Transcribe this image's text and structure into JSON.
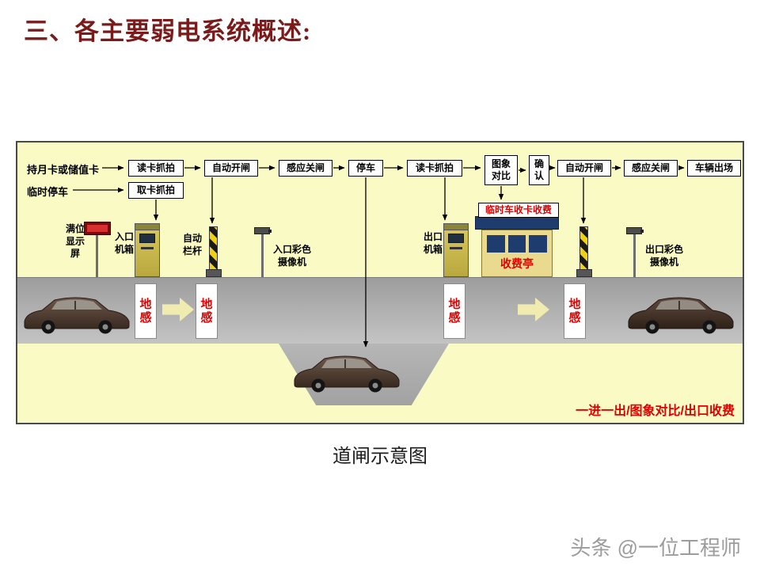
{
  "page": {
    "title": "三、各主要弱电系统概述:",
    "caption": "道闸示意图",
    "watermark": "头条 @一位工程师"
  },
  "diagram": {
    "flow": {
      "entry_input1": "持月卡或储值卡",
      "entry_input2": "临时停车",
      "read_card_entry": "读卡抓拍",
      "take_card_entry": "取卡抓拍",
      "auto_open_entry": "自动开闸",
      "sense_close_entry": "感应关闸",
      "park": "停车",
      "read_card_exit": "读卡抓拍",
      "image_compare": "图象对比",
      "confirm": "确认",
      "auto_open_exit": "自动开闸",
      "sense_close_exit": "感应关闸",
      "vehicle_exit": "车辆出场",
      "temp_fee": "临时车收卡收费"
    },
    "equipment": {
      "full_sign": "满位显示屏",
      "entry_machine": "入口机箱",
      "auto_barrier": "自动栏杆",
      "entry_camera": "入口彩色摄像机",
      "exit_machine": "出口机箱",
      "booth": "收费亭",
      "exit_camera": "出口彩色摄像机"
    },
    "road": {
      "ground_sensor": "地感"
    },
    "note": "一进一出/图象对比/出口收费"
  },
  "colors": {
    "title_maroon": "#7a1a1a",
    "diagram_bg": "#fafac4",
    "road_gray": "#b0b0b0",
    "red_text": "#e00000",
    "booth_roof_navy": "#1e3c6e",
    "machine_yellow": "#cdbd50",
    "watermark_gray": "#9c9c9c"
  }
}
